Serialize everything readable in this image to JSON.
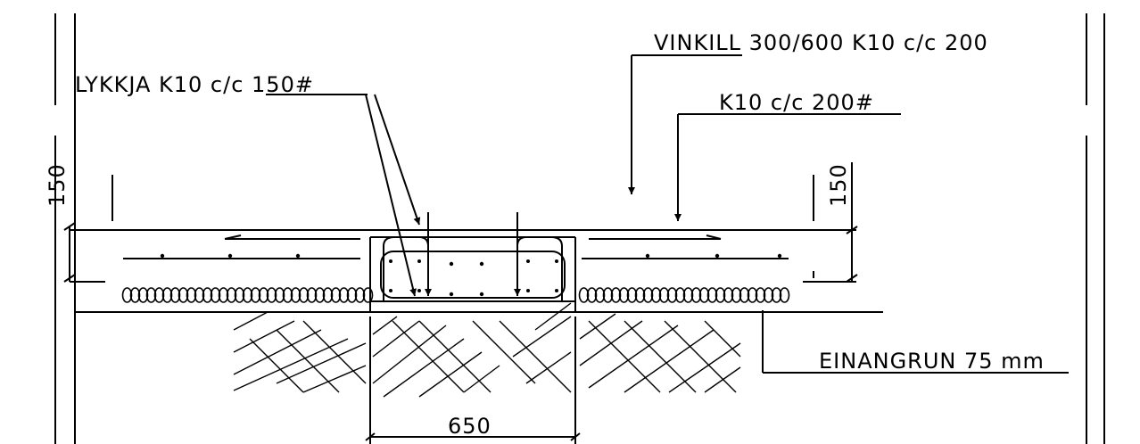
{
  "labels": {
    "lykkja": "LYKKJA K10 c/c 150#",
    "vinkill": "VINKILL 300/600 K10 c/c 200",
    "k10": "K10 c/c 200#",
    "dim_left": "150",
    "dim_right": "150",
    "insulation": "EINANGRUN 75 mm",
    "width_dim": "650"
  },
  "colors": {
    "ink": "#000000",
    "background": "#ffffff"
  }
}
